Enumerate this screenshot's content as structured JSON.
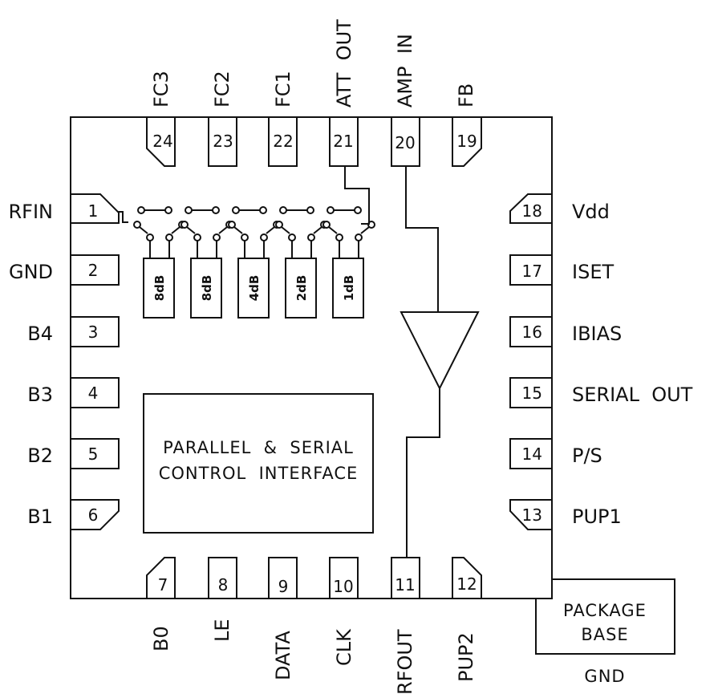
{
  "colors": {
    "line": "#111111",
    "background": "#ffffff"
  },
  "pins": {
    "left": [
      {
        "num": "1",
        "label": "RFIN"
      },
      {
        "num": "2",
        "label": "GND"
      },
      {
        "num": "3",
        "label": "B4"
      },
      {
        "num": "4",
        "label": "B3"
      },
      {
        "num": "5",
        "label": "B2"
      },
      {
        "num": "6",
        "label": "B1"
      }
    ],
    "bottom": [
      {
        "num": "7",
        "label": "B0"
      },
      {
        "num": "8",
        "label": "LE"
      },
      {
        "num": "9",
        "label": "DATA"
      },
      {
        "num": "10",
        "label": "CLK"
      },
      {
        "num": "11",
        "label": "RFOUT"
      },
      {
        "num": "12",
        "label": "PUP2"
      }
    ],
    "right": [
      {
        "num": "13",
        "label": "PUP1"
      },
      {
        "num": "14",
        "label": "P/S"
      },
      {
        "num": "15",
        "label": "SERIAL  OUT"
      },
      {
        "num": "16",
        "label": "IBIAS"
      },
      {
        "num": "17",
        "label": "ISET"
      },
      {
        "num": "18",
        "label": "Vdd"
      }
    ],
    "top": [
      {
        "num": "19",
        "label": "FB"
      },
      {
        "num": "20",
        "label": "AMP  IN"
      },
      {
        "num": "21",
        "label": "ATT  OUT"
      },
      {
        "num": "22",
        "label": "FC1"
      },
      {
        "num": "23",
        "label": "FC2"
      },
      {
        "num": "24",
        "label": "FC3"
      }
    ]
  },
  "attenuators": [
    "8dB",
    "8dB",
    "4dB",
    "2dB",
    "1dB"
  ],
  "control_block": {
    "line1": "PARALLEL  &  SERIAL",
    "line2": "CONTROL  INTERFACE"
  },
  "package_base": {
    "line1": "PACKAGE",
    "line2": "BASE",
    "label": "GND"
  }
}
